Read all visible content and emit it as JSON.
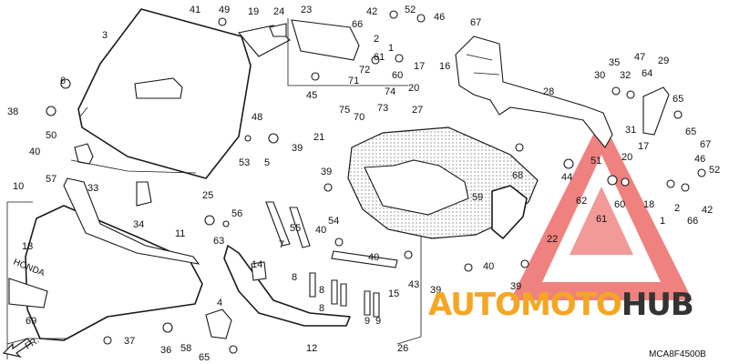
{
  "diagram_code": "MCA8F4500B",
  "direction_label": "FR.",
  "brand_text": "HONDA",
  "watermark": {
    "text_1": "AUTOMOTO",
    "text_2": "HUB",
    "color_1": "#f5a623",
    "color_2": "#333333",
    "triangle_color": "#e53935"
  },
  "callouts": {
    "c1a": "1",
    "c1b": "1",
    "c2a": "2",
    "c2b": "2",
    "c3": "3",
    "c4": "4",
    "c5": "5",
    "c6": "6",
    "c7": "7",
    "c8a": "8",
    "c8b": "8",
    "c8c": "8",
    "c9a": "9",
    "c9b": "9",
    "c10": "10",
    "c11": "11",
    "c12": "12",
    "c13": "13",
    "c14": "14",
    "c15": "15",
    "c16": "16",
    "c17a": "17",
    "c17b": "17",
    "c18": "18",
    "c19": "19",
    "c20a": "20",
    "c20b": "20",
    "c21": "21",
    "c22": "22",
    "c23": "23",
    "c24": "24",
    "c25": "25",
    "c26": "26",
    "c27": "27",
    "c28": "28",
    "c29": "29",
    "c30": "30",
    "c31": "31",
    "c32": "32",
    "c33": "33",
    "c34": "34",
    "c35": "35",
    "c36": "36",
    "c37": "37",
    "c38": "38",
    "c39a": "39",
    "c39b": "39",
    "c39c": "39",
    "c39d": "39",
    "c40a": "40",
    "c40b": "40",
    "c40c": "40",
    "c40d": "40",
    "c41": "41",
    "c42a": "42",
    "c42b": "42",
    "c43": "43",
    "c44": "44",
    "c45": "45",
    "c46a": "46",
    "c46b": "46",
    "c47": "47",
    "c48": "48",
    "c49": "49",
    "c50": "50",
    "c51": "51",
    "c52a": "52",
    "c52b": "52",
    "c53": "53",
    "c54": "54",
    "c55": "55",
    "c56": "56",
    "c57": "57",
    "c58": "58",
    "c59": "59",
    "c60a": "60",
    "c60b": "60",
    "c61a": "61",
    "c61b": "61",
    "c62": "62",
    "c63": "63",
    "c64": "64",
    "c65a": "65",
    "c65b": "65",
    "c65c": "65",
    "c66a": "66",
    "c66b": "66",
    "c67a": "67",
    "c67b": "67",
    "c68": "68",
    "c69": "69",
    "c70": "70",
    "c71": "71",
    "c72": "72",
    "c73": "73",
    "c74": "74",
    "c75": "75"
  }
}
